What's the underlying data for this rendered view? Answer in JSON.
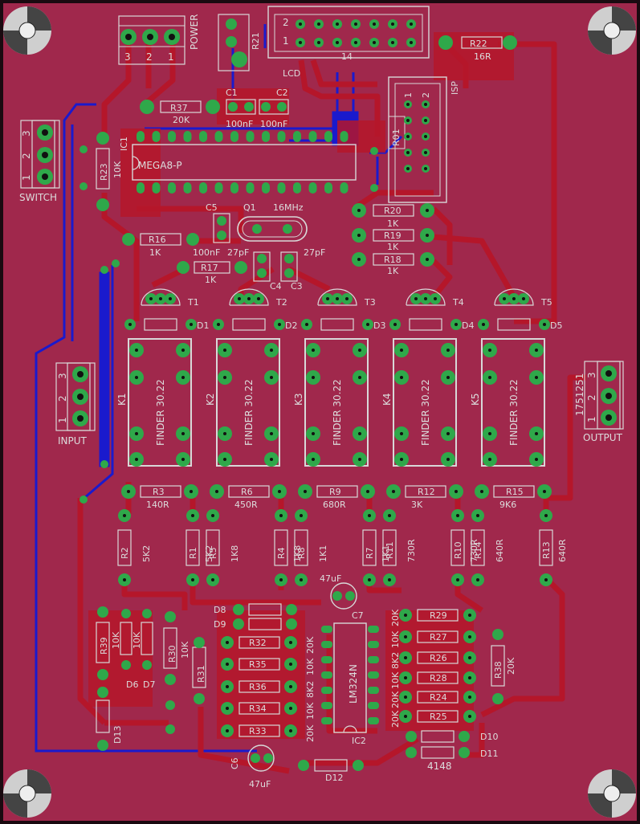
{
  "colors": {
    "board": "#a0284c",
    "copper_top": "#b5162a",
    "copper_bottom": "#1a1acd",
    "pad": "#2fa84a",
    "silk": "#d8d8d8",
    "outline": "#1a0a10"
  },
  "labels": {
    "power": "POWER",
    "power_pins": [
      "3",
      "2",
      "1"
    ],
    "r21": "R21",
    "lcd": "LCD",
    "lcd_pin2": "2",
    "lcd_pin1": "1",
    "lcd_pin14": "14",
    "r22": "R22",
    "r22v": "16R",
    "isp": "ISP",
    "isp_p1": "1",
    "isp_p2": "2",
    "r01": "R01",
    "r37": "R37",
    "r37v": "20K",
    "c1": "C1",
    "c2": "C2",
    "c1v": "100nF",
    "c2v": "100nF",
    "ic1": "IC1",
    "mega": "MEGA8-P",
    "switch": "SWITCH",
    "sw_pins": [
      "3",
      "2",
      "1"
    ],
    "r23": "R23",
    "r23v": "10K",
    "c5": "C5",
    "q1": "Q1",
    "q1v": "16MHz",
    "r20": "R20",
    "r19": "R19",
    "r18": "R18",
    "r20v": "1K",
    "r19v": "1K",
    "r18v": "1K",
    "r16": "R16",
    "r16v": "1K",
    "r17": "R17",
    "r17v": "1K",
    "c5v": "100nF",
    "c4v": "27pF",
    "c3v": "27pF",
    "c4": "C4",
    "c3": "C3",
    "transistors": [
      "T1",
      "T2",
      "T3",
      "T4",
      "T5"
    ],
    "diodes": [
      "D1",
      "D2",
      "D3",
      "D4",
      "D5"
    ],
    "relays": [
      "K1",
      "K2",
      "K3",
      "K4",
      "K5"
    ],
    "relay_text": "FINDER 30.22",
    "input": "INPUT",
    "in_pins": [
      "3",
      "2",
      "1"
    ],
    "output": "OUTPUT",
    "out_pins": [
      "3",
      "2",
      "1"
    ],
    "out_code": "1751251",
    "r_top": [
      {
        "n": "R3",
        "v": "140R"
      },
      {
        "n": "R6",
        "v": "450R"
      },
      {
        "n": "R9",
        "v": "680R"
      },
      {
        "n": "R12",
        "v": "3K"
      },
      {
        "n": "R15",
        "v": "9K6"
      }
    ],
    "r_vert": [
      {
        "n": "R2",
        "v": "5K2"
      },
      {
        "n": "R1",
        "v": "5K2"
      },
      {
        "n": "R5",
        "v": "1K8"
      },
      {
        "n": "R4",
        "v": "1K8"
      },
      {
        "n": "R8",
        "v": "1K1"
      },
      {
        "n": "R7",
        "v": "1K1"
      },
      {
        "n": "R11",
        "v": "730R"
      },
      {
        "n": "R10",
        "v": "730R"
      },
      {
        "n": "R14",
        "v": "640R"
      },
      {
        "n": "R13",
        "v": "640R"
      }
    ],
    "c7": "C7",
    "c7v": "47uF",
    "d8": "D8",
    "d9": "D9",
    "r_left": [
      {
        "n": "R32",
        "v": "20K"
      },
      {
        "n": "R35",
        "v": "10K"
      },
      {
        "n": "R36",
        "v": "8K2"
      },
      {
        "n": "R34",
        "v": "10K"
      },
      {
        "n": "R33",
        "v": "20K"
      }
    ],
    "r_right": [
      {
        "n": "R29",
        "v": "20K"
      },
      {
        "n": "R27",
        "v": "10K"
      },
      {
        "n": "R26",
        "v": "8K2"
      },
      {
        "n": "R28",
        "v": "10K"
      },
      {
        "n": "R24",
        "v": "20K"
      },
      {
        "n": "R25",
        "v": "20K"
      }
    ],
    "ic2": "IC2",
    "lm": "LM324N",
    "r38": "R38",
    "r38v": "20K",
    "d10": "D10",
    "d11": "D11",
    "d4148": "4148",
    "r30": "R30",
    "r31": "R31",
    "d6": "D6",
    "d7": "D7",
    "d6v": "10K",
    "d7v": "10K",
    "r30v": "10K",
    "r39": "R39",
    "d13": "D13",
    "c6": "C6",
    "c6v": "47uF",
    "d12": "D12"
  }
}
